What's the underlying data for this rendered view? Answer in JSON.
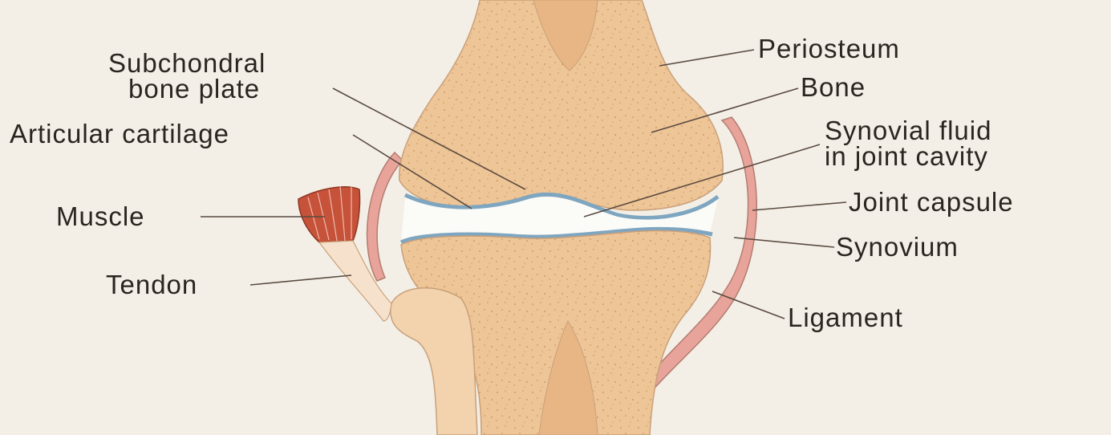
{
  "colors": {
    "background": "#f3efe6",
    "bone": "#eec596",
    "bone_stipple": "#c48f5c",
    "cartilage": "#7fa6c0",
    "joint_cavity": "#fbfbf8",
    "capsule": "#e8a49a",
    "muscle": "#c7523a",
    "tendon": "#f6e2cc",
    "text": "#2b2520"
  },
  "labels": {
    "subchondral_line1": "Subchondral",
    "subchondral_line2": "bone plate",
    "articular_cartilage": "Articular cartilage",
    "muscle": "Muscle",
    "tendon": "Tendon",
    "periosteum": "Periosteum",
    "bone": "Bone",
    "synovial_line1": "Synovial fluid",
    "synovial_line2": "in joint cavity",
    "joint_capsule": "Joint capsule",
    "synovium": "Synovium",
    "ligament": "Ligament"
  }
}
